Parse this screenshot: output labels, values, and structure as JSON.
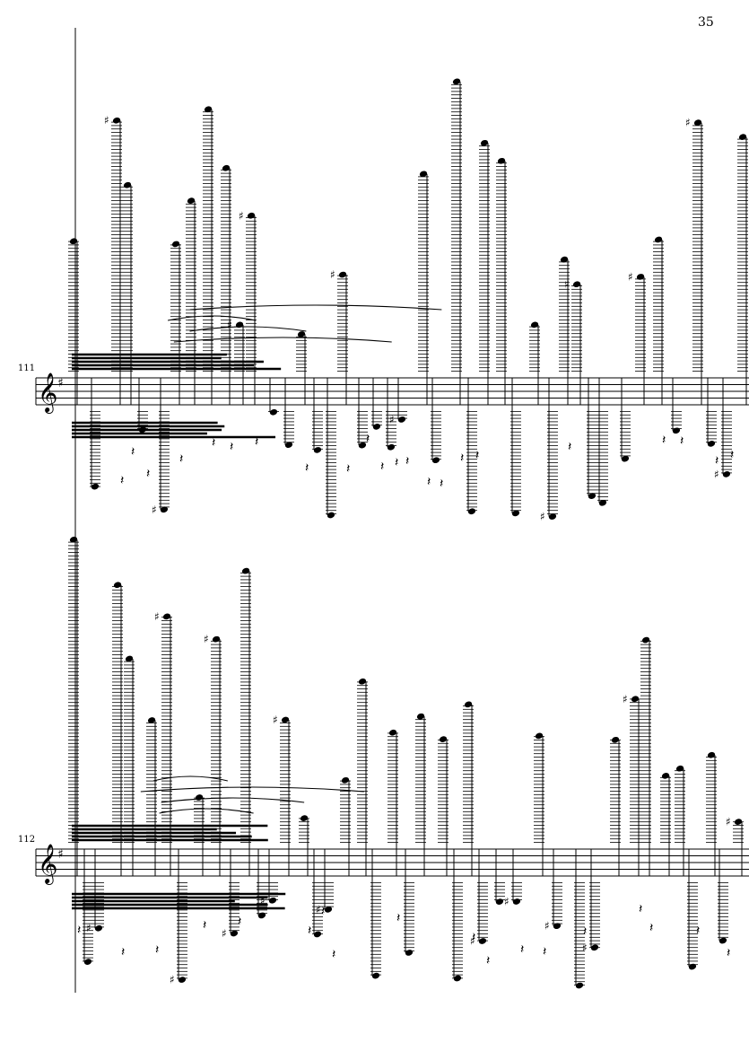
{
  "page": {
    "number": "35"
  },
  "systems": [
    {
      "measure_number": "111",
      "clef": "treble",
      "key": "G major (F#)"
    },
    {
      "measure_number": "112",
      "clef": "treble",
      "key": "G major (F#)"
    }
  ],
  "colors": {
    "ink": "#000000",
    "paper": "#ffffff"
  }
}
